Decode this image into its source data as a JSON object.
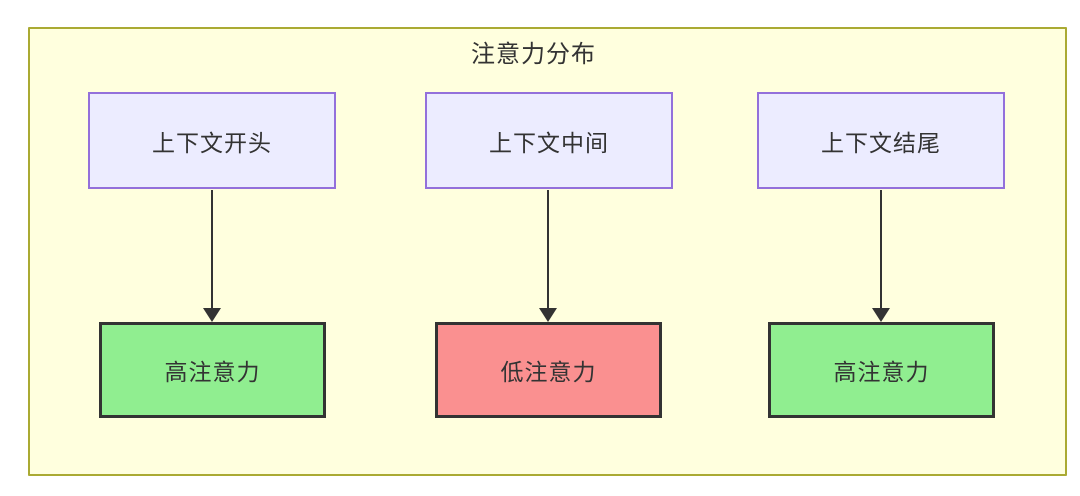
{
  "colors": {
    "page_bg": "#ffffff",
    "container_bg": "#ffffde",
    "container_border": "#aaaa33",
    "context_node_bg": "#ececff",
    "context_node_border": "#9370db",
    "high_attention_bg": "#90ee90",
    "low_attention_bg": "#fa9090",
    "attention_node_border": "#333333",
    "arrow_color": "#333333",
    "text_color": "#333333"
  },
  "diagram": {
    "title": "注意力分布",
    "top_nodes": [
      {
        "label": "上下文开头"
      },
      {
        "label": "上下文中间"
      },
      {
        "label": "上下文结尾"
      }
    ],
    "bottom_nodes": [
      {
        "label": "高注意力",
        "level": "high"
      },
      {
        "label": "低注意力",
        "level": "low"
      },
      {
        "label": "高注意力",
        "level": "high"
      }
    ],
    "edges": [
      {
        "from": "上下文开头",
        "to": "高注意力"
      },
      {
        "from": "上下文中间",
        "to": "低注意力"
      },
      {
        "from": "上下文结尾",
        "to": "高注意力"
      }
    ]
  }
}
